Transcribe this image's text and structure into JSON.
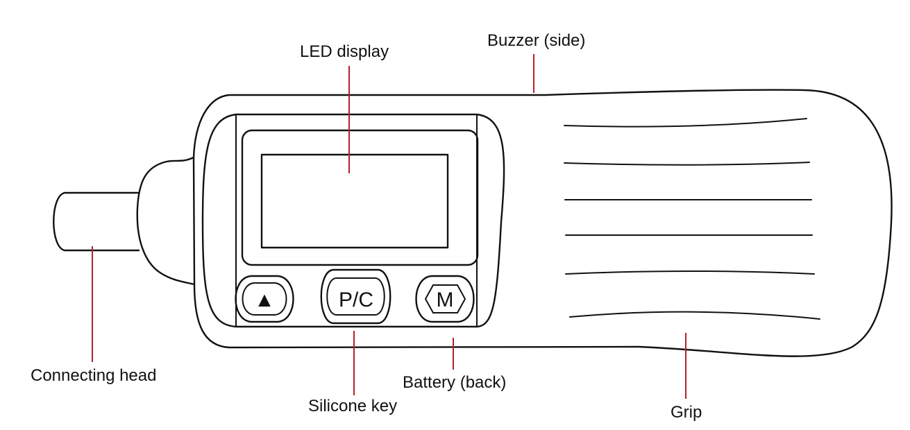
{
  "callouts": {
    "led_display": "LED display",
    "buzzer": "Buzzer (side)",
    "connecting_head": "Connecting head",
    "silicone_key": "Silicone key",
    "battery": "Battery (back)",
    "grip": "Grip"
  },
  "keys": {
    "up_glyph": "▲",
    "pc_label": "P/C",
    "mode_label": "M"
  },
  "colors": {
    "outline": "#111111",
    "leader": "#b5202a",
    "background": "#ffffff"
  }
}
